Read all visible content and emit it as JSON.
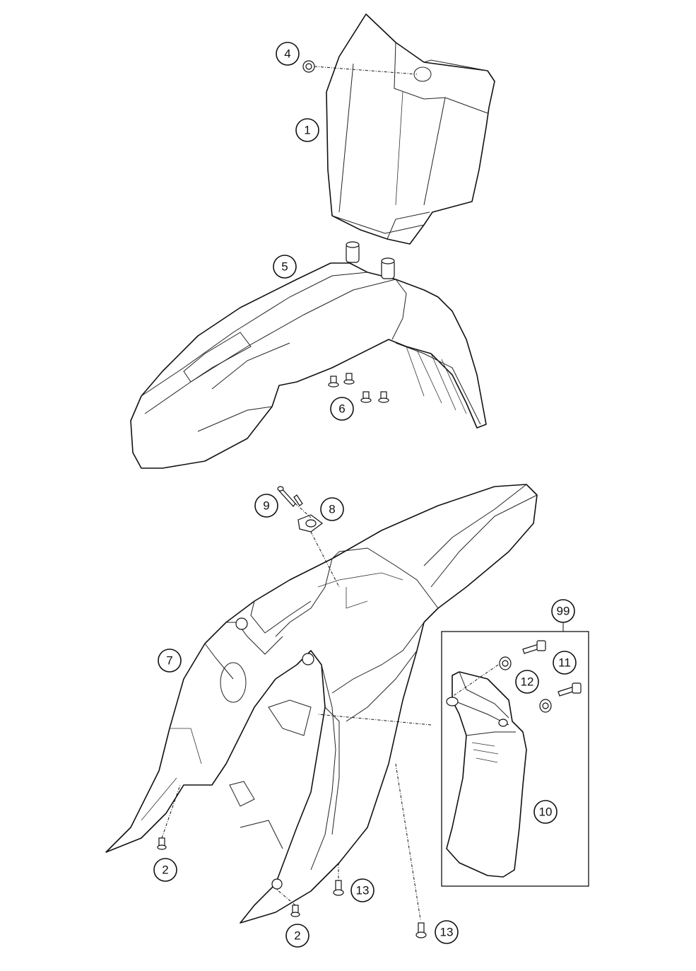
{
  "callouts": [
    {
      "id": "c1",
      "label": "1"
    },
    {
      "id": "c2a",
      "label": "2"
    },
    {
      "id": "c2b",
      "label": "2"
    },
    {
      "id": "c4",
      "label": "4"
    },
    {
      "id": "c5",
      "label": "5"
    },
    {
      "id": "c6",
      "label": "6"
    },
    {
      "id": "c7",
      "label": "7"
    },
    {
      "id": "c8",
      "label": "8"
    },
    {
      "id": "c9",
      "label": "9"
    },
    {
      "id": "c10",
      "label": "10"
    },
    {
      "id": "c11",
      "label": "11"
    },
    {
      "id": "c12",
      "label": "12"
    },
    {
      "id": "c13a",
      "label": "13"
    },
    {
      "id": "c13b",
      "label": "13"
    },
    {
      "id": "c99",
      "label": "99"
    }
  ],
  "colors": {
    "line": "#111111",
    "background": "#ffffff"
  }
}
